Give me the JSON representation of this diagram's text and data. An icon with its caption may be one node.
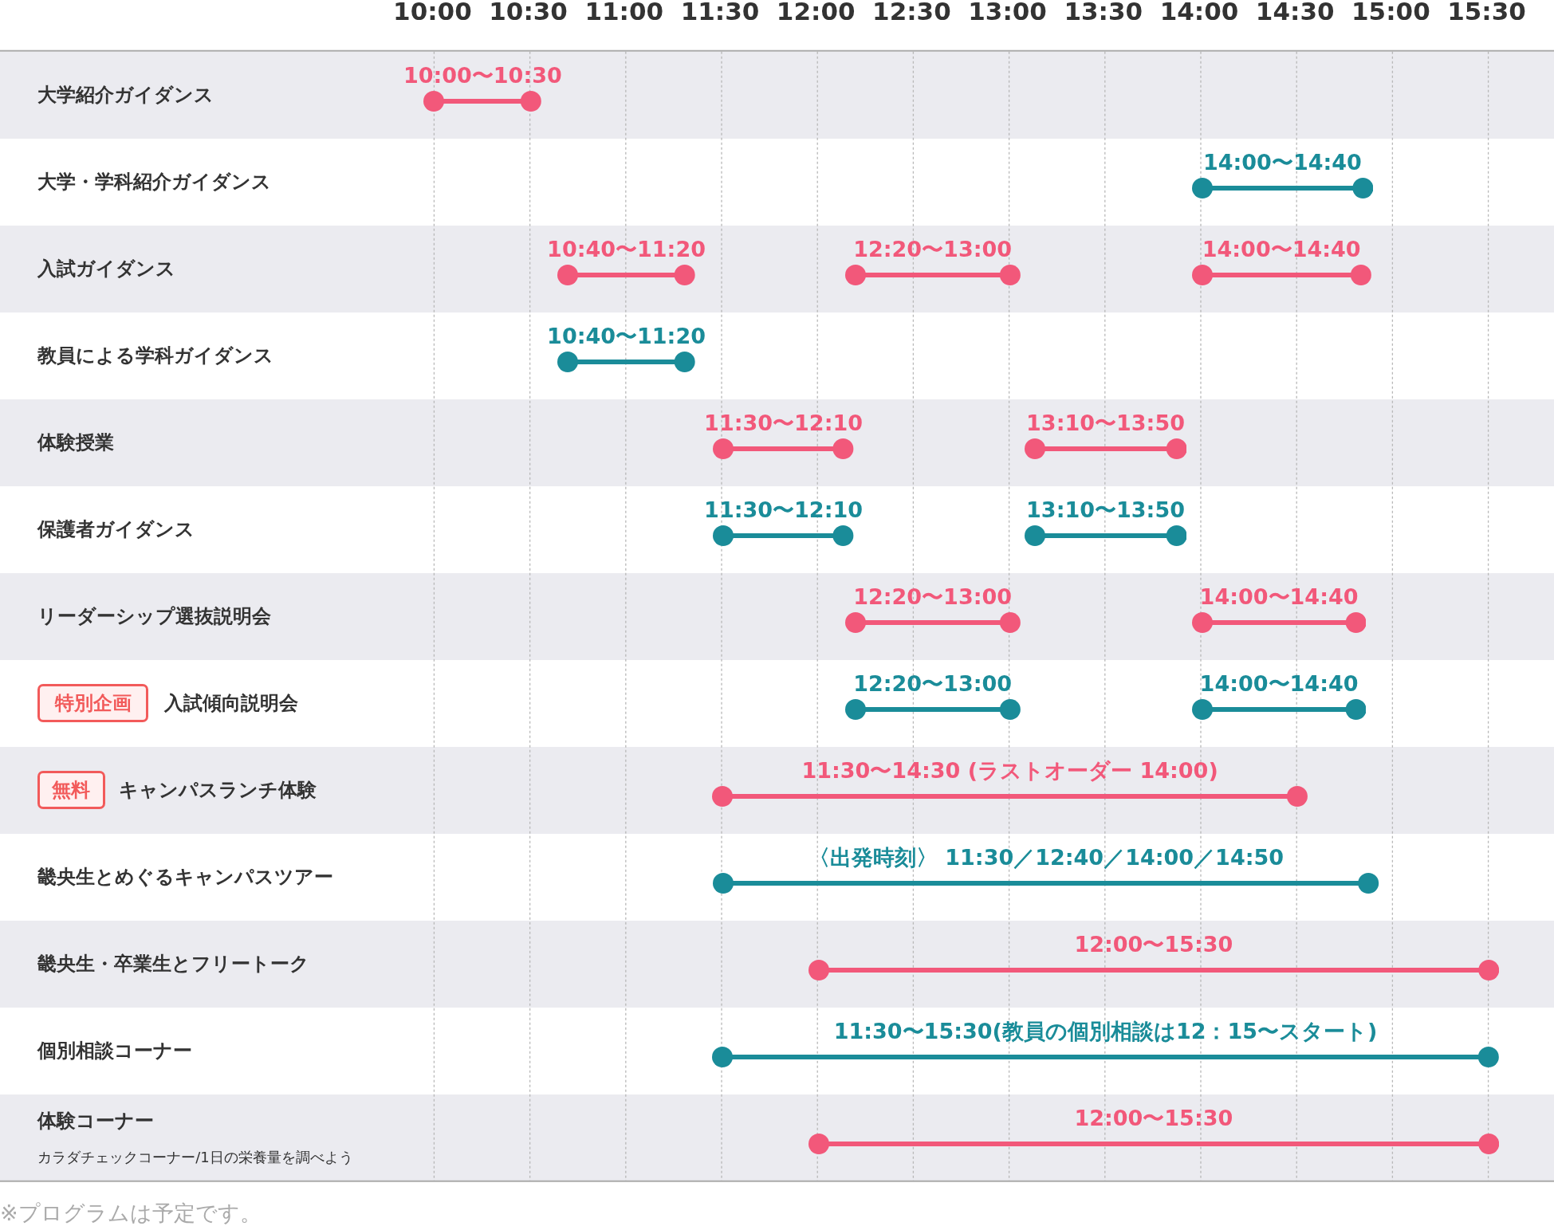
{
  "diagram": {
    "nodes": [
      {
        "text": [
          "大学紹介ガイダンス"
        ]
      },
      {
        "text": [
          "10:00〜10:30"
        ],
        "in": 0
      },
      {
        "text": [
          "大学・学科紹介ガイダンス"
        ]
      },
      {
        "text": [
          "14:00〜14:40"
        ],
        "in": 2
      },
      {
        "text": [
          "入試ガイダンス"
        ]
      },
      {
        "text": [
          "10:40〜11:20"
        ],
        "in": 4
      },
      {
        "text": [
          "12:20〜13:00"
        ],
        "in": 4
      },
      {
        "text": [
          "14:00〜14:40"
        ],
        "in": 4
      },
      {
        "text": [
          "教員による学科ガイダンス"
        ]
      },
      {
        "text": [
          "10:40〜11:20"
        ],
        "in": 8
      },
      {
        "text": [
          "体験授業"
        ]
      },
      {
        "text": [
          "11:30〜12:10"
        ],
        "in": 10
      },
      {
        "text": [
          "13:10〜13:50"
        ],
        "in": 10
      },
      {
        "text": [
          "保護者ガイダンス"
        ]
      },
      {
        "text": [
          "11:30〜12:10"
        ],
        "in": 13
      },
      {
        "text": [
          "13:10〜13:50"
        ],
        "in": 13
      },
      {
        "text": [
          "リーダーシップ選抜説明会"
        ]
      },
      {
        "text": [
          "12:20〜13:00"
        ],
        "in": 16
      },
      {
        "text": [
          "14:00〜14:40"
        ],
        "in": 16
      },
      {
        "text": [
          "入試傾向説明会"
        ]
      },
      {
        "text": [
          "特別企画"
        ],
        "in": 19
      },
      {
        "text": [
          "12:20〜13:00"
        ],
        "in": 19
      },
      {
        "text": [
          "14:00〜14:40"
        ],
        "in": 19
      },
      {
        "text": [
          "キャンパスランチ体験"
        ]
      },
      {
        "text": [
          "無料"
        ],
        "in": 23
      },
      {
        "text": [
          "11:30〜14:30 (ラストオーダー 14:00)"
        ],
        "in": 23
      },
      {
        "text": [
          "畿央生とめぐるキャンパスツアー"
        ]
      },
      {
        "text": [
          "〈出発時刻〉 11:30／12:40／14:00／14:50"
        ],
        "in": 26
      },
      {
        "text": [
          "畿央生・卒業生とフリートーク"
        ]
      },
      {
        "text": [
          "12:00〜15:30"
        ],
        "in": 28
      },
      {
        "text": [
          "個別相談コーナー"
        ]
      },
      {
        "text": [
          "11:30〜15:30(教員の個別相談は12：15〜スタート)"
        ],
        "in": 30
      },
      {
        "text": [
          "体験コーナー",
          "カラダチェックコーナー/1日の栄養量を調べよう"
        ]
      },
      {
        "text": [
          "12:00〜15:30"
        ],
        "in": 32
      }
    ],
    "labels": [
      "10:00",
      "10:30",
      "11:00",
      "11:30",
      "12:00",
      "12:30",
      "13:00",
      "13:30",
      "14:00",
      "14:30",
      "15:00",
      "15:30",
      "※プログラムは予定です。"
    ]
  }
}
